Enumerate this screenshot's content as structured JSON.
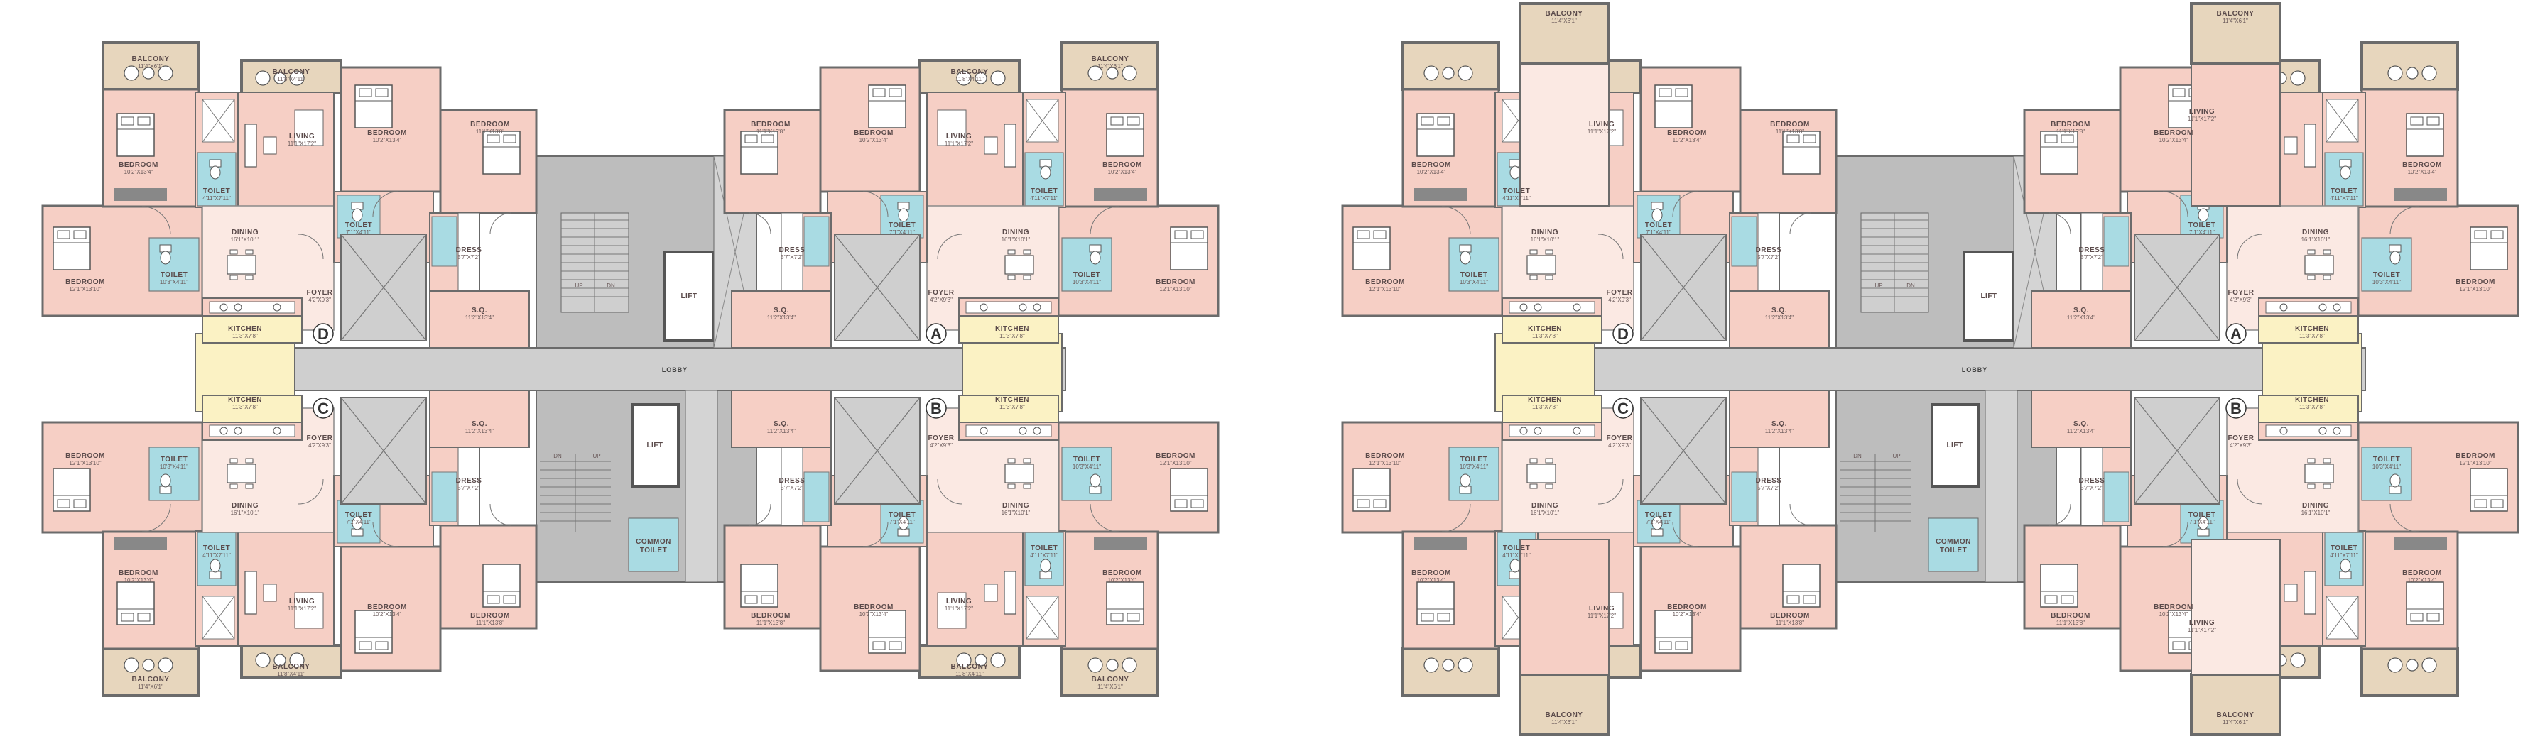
{
  "labels": {
    "balcony": "BALCONY",
    "bedroom": "BEDROOM",
    "toilet": "TOILET",
    "living": "LIVING",
    "dining": "DINING",
    "kitchen": "KITCHEN",
    "foyer": "FOYER",
    "dress": "DRESS",
    "sq": "S.Q.",
    "lift": "LIFT",
    "lobby": "LOBBY",
    "common_toilet_1": "COMMON",
    "common_toilet_2": "TOILET",
    "up": "UP",
    "dn": "DN"
  },
  "dims": {
    "balcony": "11'4\"X6'1\"",
    "balcony2": "11'8\"X4'11\"",
    "bedroom1": "10'2\"X13'4\"",
    "bedroom2": "11'1\"X13'8\"",
    "bedroom3": "12'1\"X13'10\"",
    "toilet1": "4'11\"X7'11\"",
    "toilet2": "7'1\"X4'11\"",
    "toilet3": "10'3\"X4'11\"",
    "living": "11'1\"X17'2\"",
    "dining": "16'1\"X10'1\"",
    "kitchen": "11'3\"X7'8\"",
    "foyer": "4'2\"X9'3\"",
    "dress": "5'7\"X7'2\"",
    "sq": "11'2\"X13'4\""
  },
  "units": {
    "a": "A",
    "b": "B",
    "c": "C",
    "d": "D"
  },
  "colors": {
    "pink": "#f6cfc5",
    "light_pink": "#fbe9e3",
    "toilet_blue": "#a9dbe3",
    "kitchen_yellow": "#fbf2c4",
    "balcony_beige": "#e7d6bd",
    "lobby_gray": "#cfcfcf",
    "core_gray": "#bdbdbd",
    "wall": "#6b6b6b"
  }
}
